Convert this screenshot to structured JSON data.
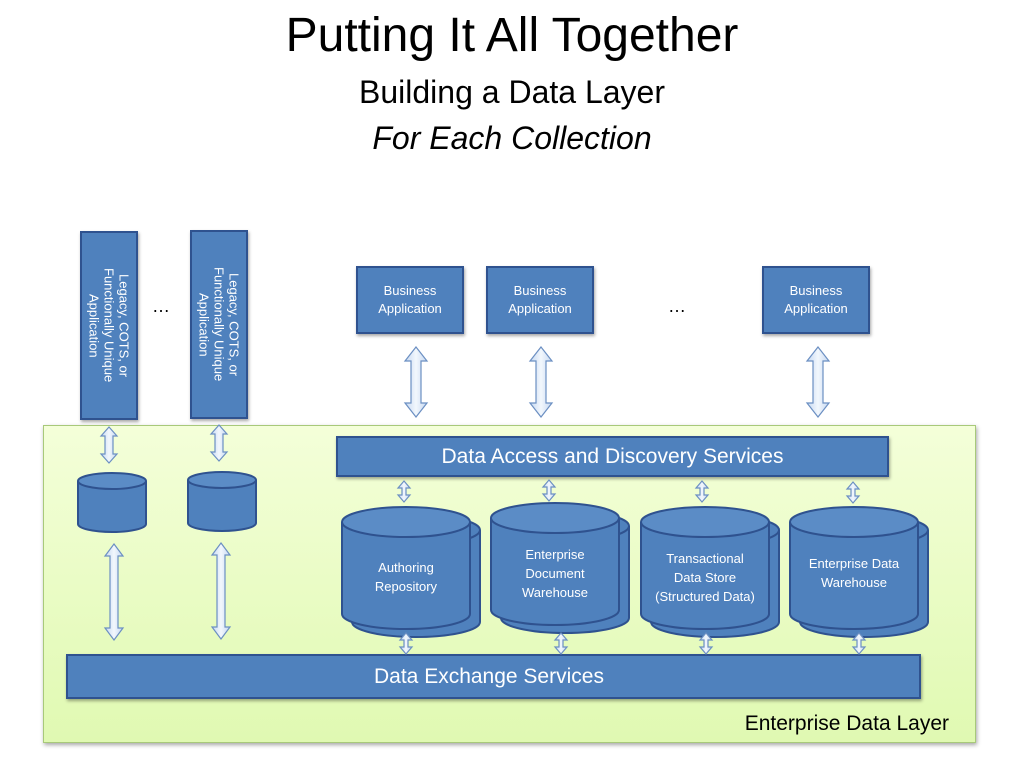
{
  "title": "Putting It All Together",
  "subtitle": "Building a Data Layer",
  "subtitle2": "For Each Collection",
  "legacy_apps": [
    {
      "label": "Legacy, COTS, or\nFunctionally Unique\nApplication"
    },
    {
      "label": "Legacy, COTS, or\nFunctionally Unique\nApplication"
    }
  ],
  "ellipsis": "…",
  "business_apps": [
    {
      "label": "Business\nApplication"
    },
    {
      "label": "Business\nApplication"
    },
    {
      "label": "Business\nApplication"
    }
  ],
  "access_services": "Data  Access and Discovery Services",
  "exchange_services": "Data Exchange Services",
  "repositories": [
    {
      "label": "Authoring\nRepository"
    },
    {
      "label": "Enterprise\nDocument\nWarehouse"
    },
    {
      "label": "Transactional\nData Store\n(Structured Data)"
    },
    {
      "label": "Enterprise Data\nWarehouse"
    }
  ],
  "layer_label": "Enterprise Data Layer",
  "colors": {
    "box_fill": "#4f81bd",
    "box_border": "#2f528f",
    "layer_fill": "#e6fbc0",
    "arrow_fill": "#dbe7f7"
  }
}
